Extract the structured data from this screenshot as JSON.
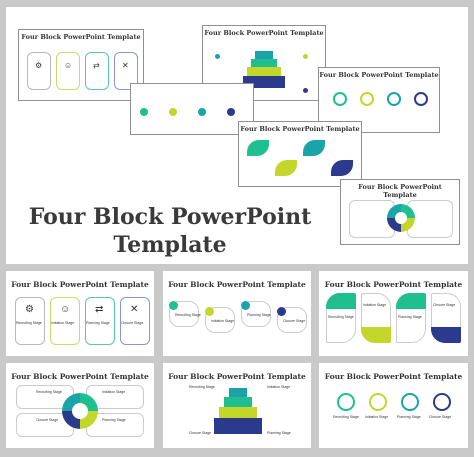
{
  "hero": {
    "title_line1": "Four Block PowerPoint",
    "title_line2": "Template"
  },
  "slide_title": "Four Block PowerPoint Template",
  "stage_labels": [
    "Recruiting Stage",
    "Initiation Stage",
    "Planning Stage",
    "Closure Stage"
  ],
  "colors": {
    "green": "#1fbf8f",
    "teal": "#1aa3a8",
    "blue": "#2d5fb8",
    "navy": "#2b3a8c",
    "lime": "#c4d62a",
    "lime_dark": "#9bb81e",
    "gray_border": "#cfcfcf"
  },
  "icons": [
    "gear-icon",
    "head-icon",
    "road-sign-icon",
    "tools-icon"
  ]
}
